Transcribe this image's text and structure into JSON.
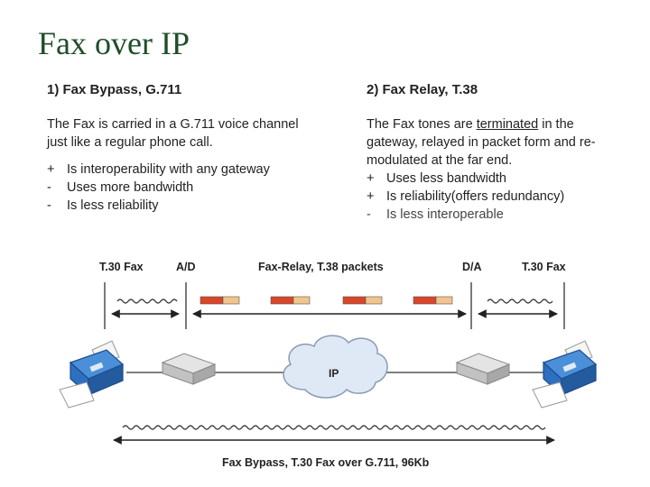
{
  "title": "Fax over IP",
  "left": {
    "heading": "1) Fax Bypass, G.711",
    "desc": "The Fax is carried in a G.711 voice channel just like a regular phone call.",
    "items": [
      {
        "sym": "+",
        "text": "Is interoperability with any gateway"
      },
      {
        "sym": "-",
        "text": "Uses more bandwidth"
      },
      {
        "sym": "-",
        "text": "Is less reliability"
      }
    ]
  },
  "right": {
    "heading": "2) Fax Relay, T.38",
    "desc_pre": "The Fax tones are ",
    "desc_u": "terminated",
    "desc_post": " in the gateway, relayed in packet form and re-modulated at the far end.",
    "items": [
      {
        "sym": "+",
        "text": "Uses less bandwidth"
      },
      {
        "sym": "+",
        "text": "Is reliability(offers redundancy)"
      },
      {
        "sym": "-",
        "text": "Is less interoperable"
      }
    ]
  },
  "diagram": {
    "t30_left": "T.30 Fax",
    "ad": "A/D",
    "relay": "Fax-Relay, T.38 packets",
    "da": "D/A",
    "t30_right": "T.30 Fax",
    "cloud": "IP",
    "bypass": "Fax Bypass,  T.30 Fax over G.711, 96Kb"
  },
  "colors": {
    "title": "#1f4e2a",
    "packet_red": "#d9462a",
    "packet_tan": "#f2c48d",
    "fax_blue": "#2e6fc0"
  }
}
